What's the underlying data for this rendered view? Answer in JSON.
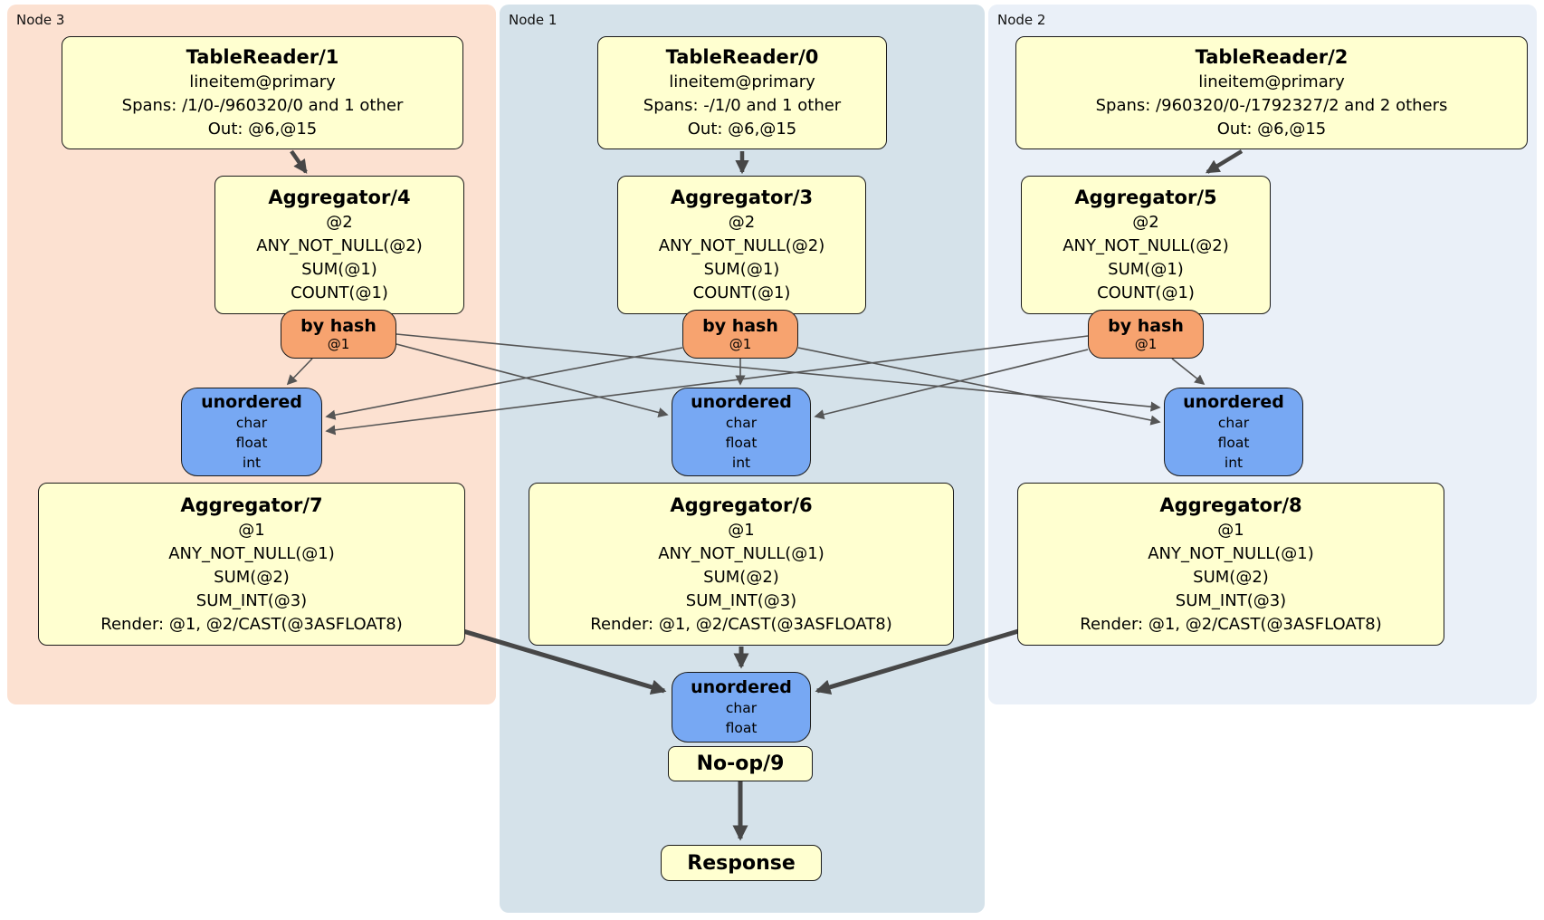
{
  "colors": {
    "node3_bg": "#fce1d1",
    "node1_bg": "#d5e2ea",
    "node2_bg": "#eaf0f8",
    "processor_fill": "#ffffd0",
    "router_fill": "#f7a36f",
    "sync_fill": "#77a8f3",
    "box_border": "#1a1a1a",
    "edge_thin": "#555555",
    "edge_thick": "#474747",
    "text": "#000000"
  },
  "panels": [
    {
      "label": "Node 3"
    },
    {
      "label": "Node 1"
    },
    {
      "label": "Node 2"
    }
  ],
  "processors": {
    "tr1": {
      "title": "TableReader/1",
      "lines": [
        "lineitem@primary",
        "Spans: /1/0-/960320/0 and 1 other",
        "Out: @6,@15"
      ]
    },
    "tr0": {
      "title": "TableReader/0",
      "lines": [
        "lineitem@primary",
        "Spans: -/1/0 and 1 other",
        "Out: @6,@15"
      ]
    },
    "tr2": {
      "title": "TableReader/2",
      "lines": [
        "lineitem@primary",
        "Spans: /960320/0-/1792327/2 and 2 others",
        "Out: @6,@15"
      ]
    },
    "agg4": {
      "title": "Aggregator/4",
      "lines": [
        "@2",
        "ANY_NOT_NULL(@2)",
        "SUM(@1)",
        "COUNT(@1)"
      ]
    },
    "agg3": {
      "title": "Aggregator/3",
      "lines": [
        "@2",
        "ANY_NOT_NULL(@2)",
        "SUM(@1)",
        "COUNT(@1)"
      ]
    },
    "agg5": {
      "title": "Aggregator/5",
      "lines": [
        "@2",
        "ANY_NOT_NULL(@2)",
        "SUM(@1)",
        "COUNT(@1)"
      ]
    },
    "agg7": {
      "title": "Aggregator/7",
      "lines": [
        "@1",
        "ANY_NOT_NULL(@1)",
        "SUM(@2)",
        "SUM_INT(@3)",
        "Render: @1, @2/CAST(@3ASFLOAT8)"
      ]
    },
    "agg6": {
      "title": "Aggregator/6",
      "lines": [
        "@1",
        "ANY_NOT_NULL(@1)",
        "SUM(@2)",
        "SUM_INT(@3)",
        "Render: @1, @2/CAST(@3ASFLOAT8)"
      ]
    },
    "agg8": {
      "title": "Aggregator/8",
      "lines": [
        "@1",
        "ANY_NOT_NULL(@1)",
        "SUM(@2)",
        "SUM_INT(@3)",
        "Render: @1, @2/CAST(@3ASFLOAT8)"
      ]
    },
    "noop": {
      "title": "No-op/9"
    },
    "response": {
      "title": "Response"
    }
  },
  "routers": {
    "left": {
      "label": "by hash",
      "detail": "@1"
    },
    "middle": {
      "label": "by hash",
      "detail": "@1"
    },
    "right": {
      "label": "by hash",
      "detail": "@1"
    }
  },
  "synchronizers": {
    "left": {
      "label": "unordered",
      "lines": [
        "char",
        "float",
        "int"
      ]
    },
    "middle": {
      "label": "unordered",
      "lines": [
        "char",
        "float",
        "int"
      ]
    },
    "right": {
      "label": "unordered",
      "lines": [
        "char",
        "float",
        "int"
      ]
    },
    "final": {
      "label": "unordered",
      "lines": [
        "char",
        "float"
      ]
    }
  }
}
